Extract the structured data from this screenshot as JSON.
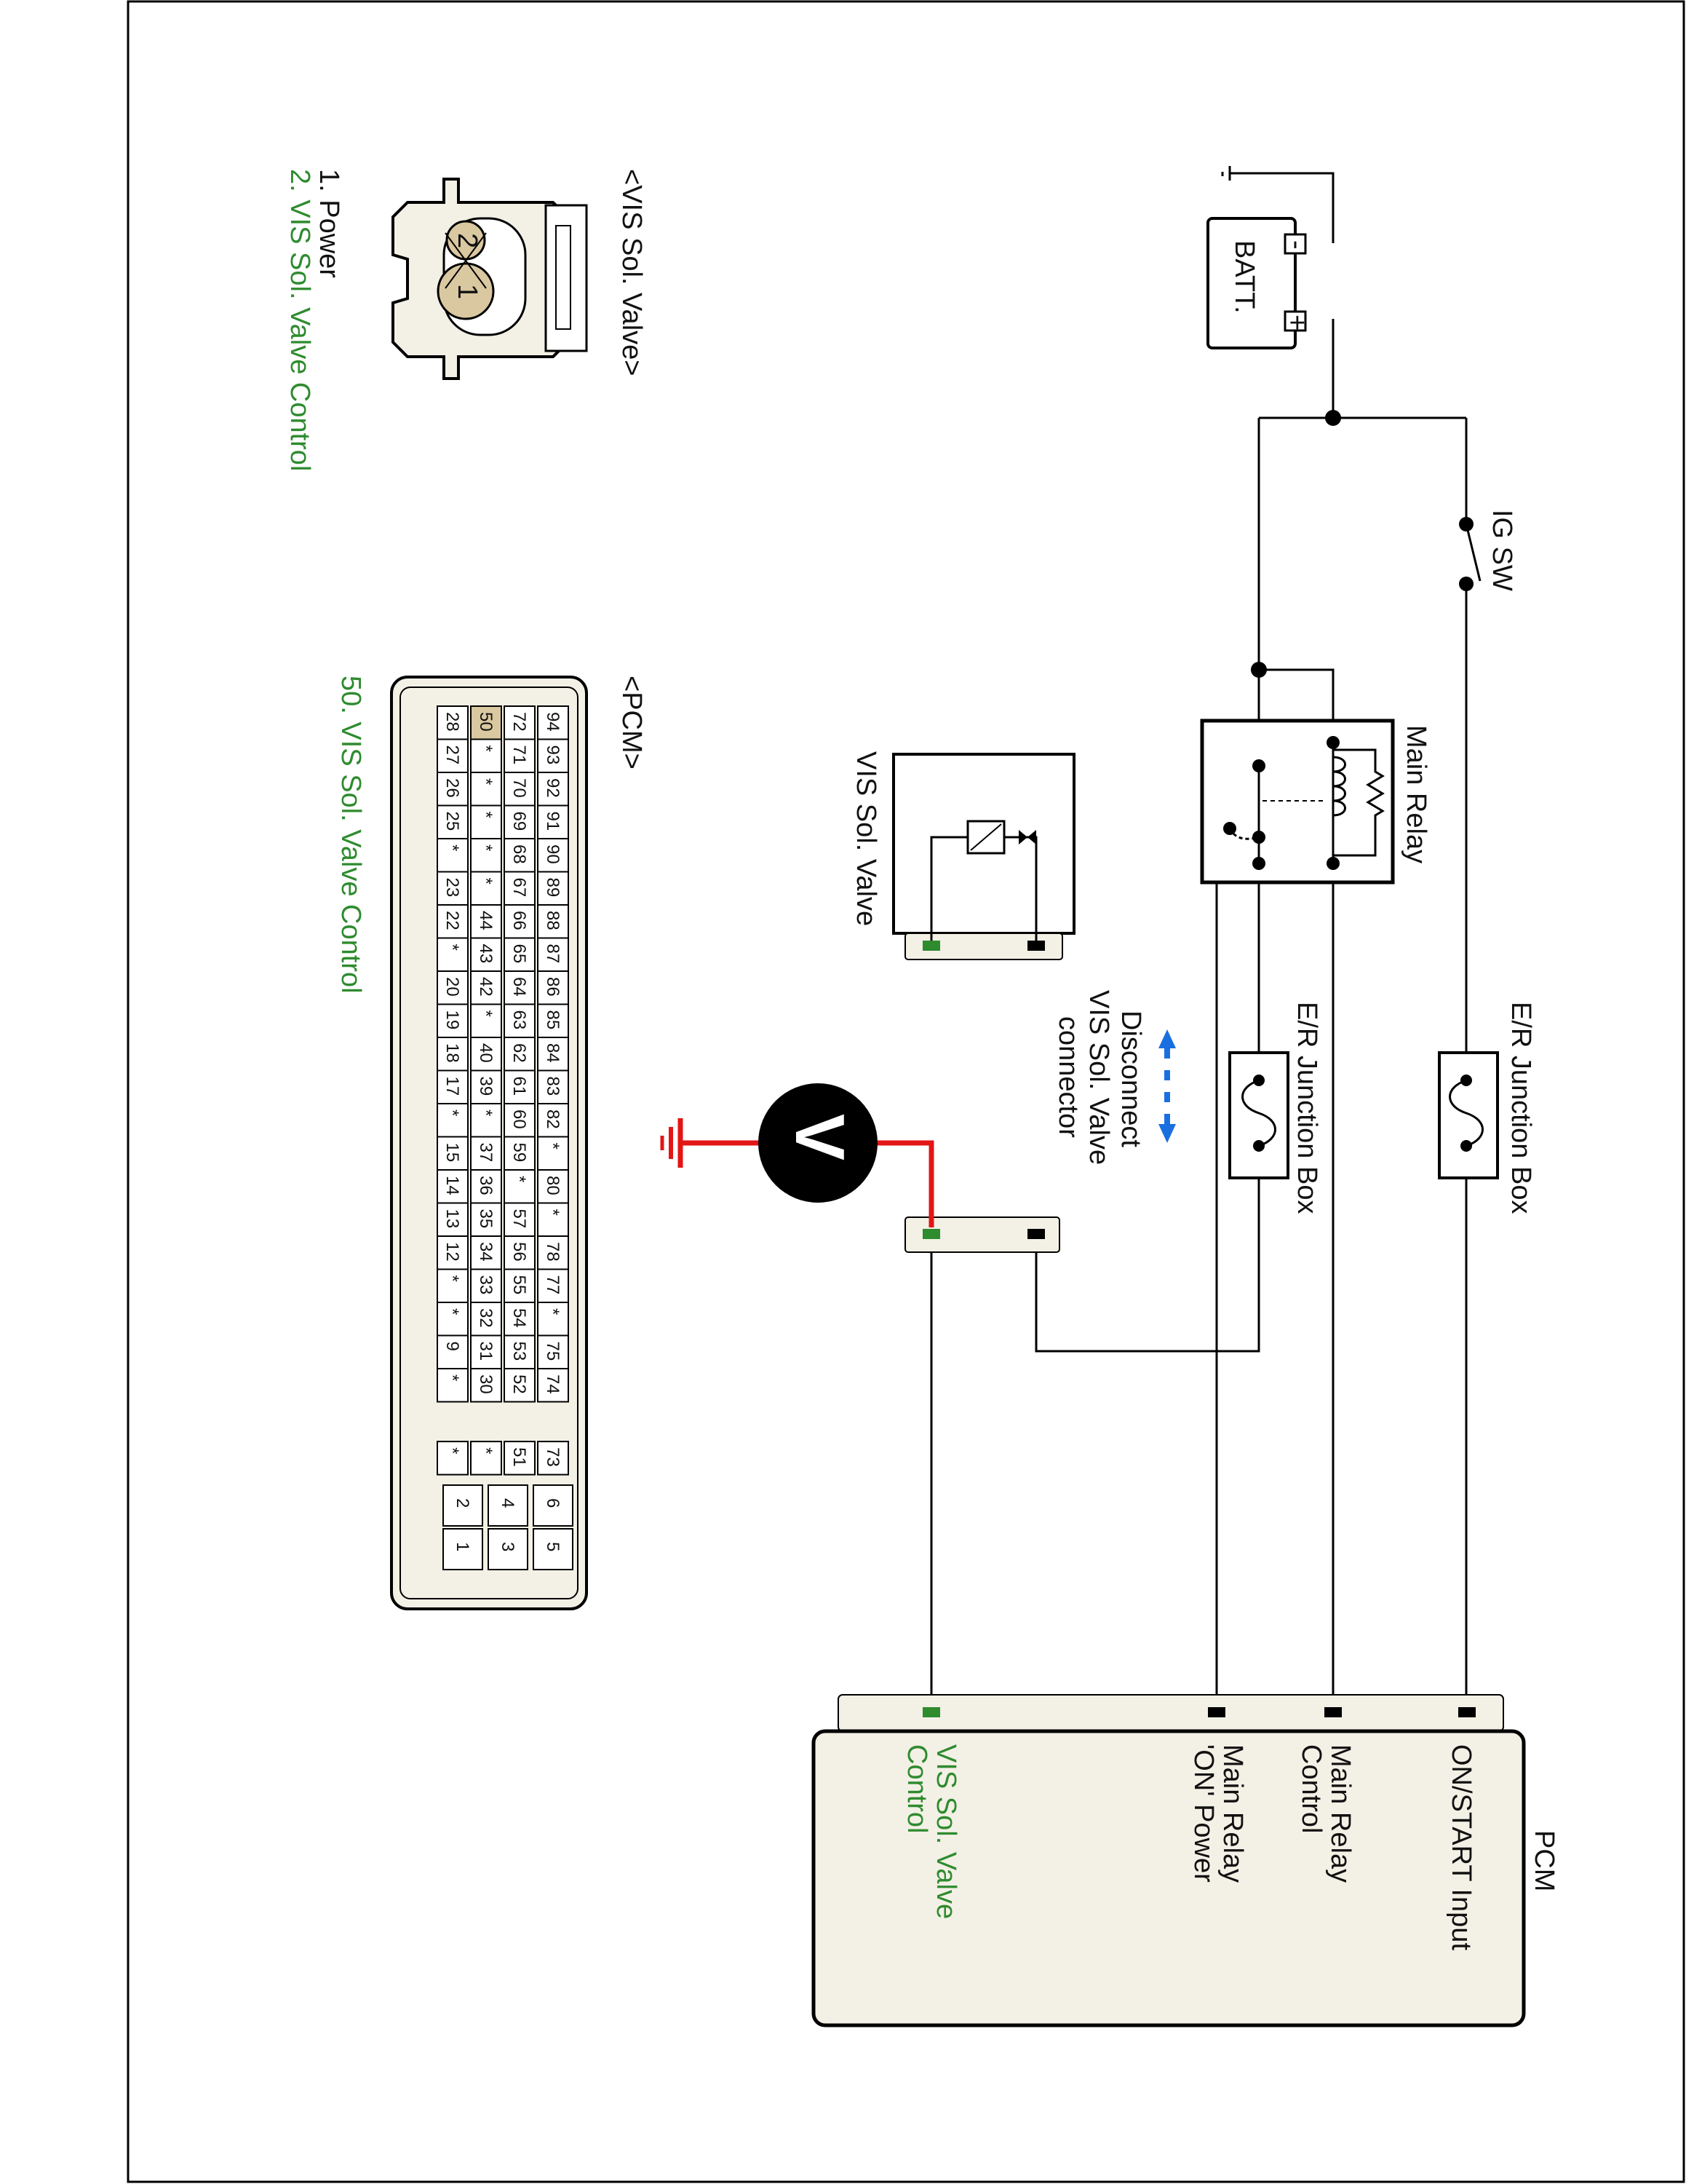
{
  "colors": {
    "accent_green": "#2e8b2e",
    "measure_red": "#e31515",
    "housing_fill": "#f3f0e6",
    "pin_highlight": "#d9c8a0",
    "arrow_blue": "#1a6fe0"
  },
  "circuit": {
    "battery_label": "BATT.",
    "battery_plus": "+",
    "battery_minus": "-",
    "ig_switch_label": "IG SW",
    "main_relay_label": "Main Relay",
    "er_junction_box_1": "E/R Junction Box",
    "er_junction_box_2": "E/R Junction Box",
    "disconnect_note": [
      "Disconnect",
      "VIS Sol. Valve",
      "connector"
    ],
    "vis_valve_label": "VIS Sol. Valve",
    "voltmeter_symbol": "V",
    "pcm_title": "PCM",
    "pcm_terminals": [
      {
        "lines": [
          "ON/START Input"
        ],
        "color": "black"
      },
      {
        "lines": [
          "Main Relay",
          "Control"
        ],
        "color": "black"
      },
      {
        "lines": [
          "Main Relay",
          "'ON' Power"
        ],
        "color": "black"
      },
      {
        "lines": [
          "VIS Sol. Valve",
          "Control"
        ],
        "color": "green"
      }
    ]
  },
  "connector_vis": {
    "title": "<VIS Sol. Valve>",
    "pins": [
      "2",
      "1"
    ],
    "legend": [
      {
        "text": "1. Power",
        "color": "black"
      },
      {
        "text": "2. VIS Sol. Valve Control",
        "color": "green"
      }
    ]
  },
  "connector_pcm": {
    "title": "<PCM>",
    "legend": "50. VIS Sol. Valve Control",
    "highlight_pin": "50",
    "rows": [
      [
        "94",
        "93",
        "92",
        "91",
        "90",
        "89",
        "88",
        "87",
        "86",
        "85",
        "84",
        "83",
        "82",
        "*",
        "80",
        "*",
        "78",
        "77",
        "*",
        "75",
        "74",
        "",
        "73"
      ],
      [
        "72",
        "71",
        "70",
        "69",
        "68",
        "67",
        "66",
        "65",
        "64",
        "63",
        "62",
        "61",
        "60",
        "59",
        "*",
        "57",
        "56",
        "55",
        "54",
        "53",
        "52",
        "",
        "51"
      ],
      [
        "50",
        "*",
        "*",
        "*",
        "*",
        "*",
        "44",
        "43",
        "42",
        "*",
        "40",
        "39",
        "*",
        "37",
        "36",
        "35",
        "34",
        "33",
        "32",
        "31",
        "30",
        "",
        "*"
      ],
      [
        "28",
        "27",
        "26",
        "25",
        "*",
        "23",
        "22",
        "*",
        "20",
        "19",
        "18",
        "17",
        "*",
        "15",
        "14",
        "13",
        "12",
        "*",
        "*",
        "9",
        "*",
        "",
        "*"
      ]
    ],
    "small_pins": [
      [
        "6",
        "5"
      ],
      [
        "4",
        "3"
      ],
      [
        "2",
        "1"
      ]
    ]
  }
}
